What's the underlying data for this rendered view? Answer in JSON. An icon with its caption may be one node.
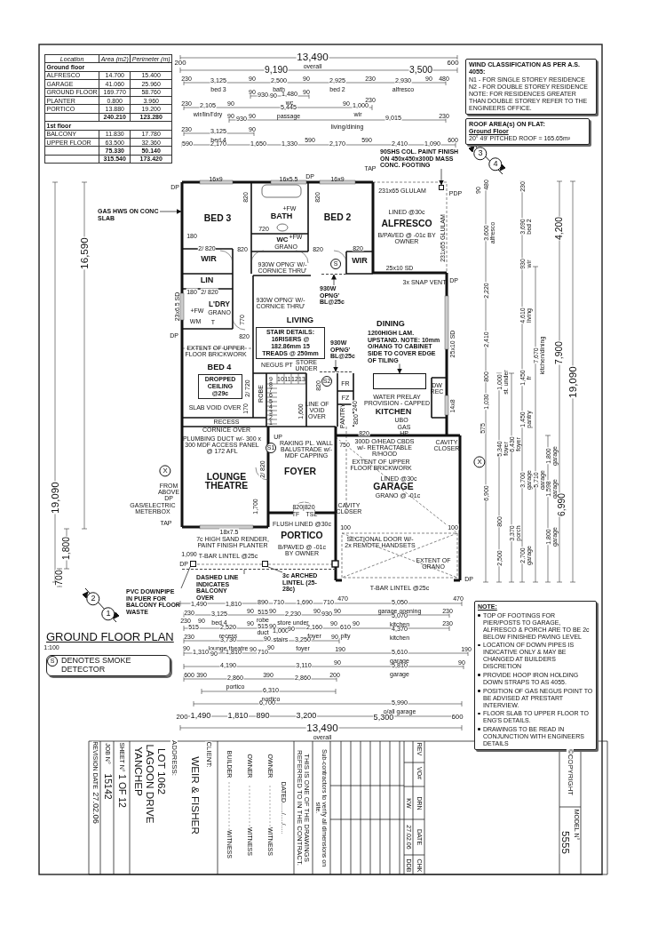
{
  "diagram": {
    "title": "GROUND FLOOR PLAN",
    "nodes": [
      {
        "text": [
          "WIND CLASSIFICATION AS PER A.S. 4055:",
          "N1 - FOR SINGLE STOREY RESIDENCE",
          "N2 - FOR DOUBLE STOREY RESIDENCE",
          "NOTE: FOR RESIDENCES GREATER THAN DOUBLE STOREY REFER TO THE ENGINEERS OFFICE."
        ]
      },
      {
        "text": [
          "ROOF AREA(s) ON FLAT:",
          "Ground Floor",
          "20° 49' PITCHED ROOF = 165.65m²"
        ]
      },
      {
        "text": [
          "STAIR DETAILS: 16RISERS @ 182.86mm 15 TREADS @ 250mm"
        ]
      },
      {
        "text": [
          "DROPPED CEILING @29c"
        ]
      },
      {
        "text": [
          "NOTE:",
          "TOP OF FOOTINGS FOR PIER/POSTS TO GARAGE, ALFRESCO & PORCH ARE TO BE 2c BELOW FINISHED PAVING LEVEL",
          "LOCATION OF DOWN PIPES IS INDICATIVE ONLY & MAY BE CHANGED AT BUILDERS DISCRETION",
          "PROVIDE HOOP IRON HOLDING DOWN STRAPS TO AS 4055.",
          "POSITION OF GAS NEGUS POINT TO BE ADVISED AT PRESTART INTERVIEW.",
          "FLOOR SLAB TO UPPER FLOOR TO ENG'S DETAILS.",
          "DRAWINGS TO BE READ IN CONJUNCTION WITH ENGINEERS DETAILS"
        ]
      },
      {
        "text": [
          "DENOTES SMOKE DETECTOR"
        ]
      },
      {
        "text": [
          "GAS HWS ON CONC SLAB"
        ]
      },
      {
        "text": [
          "90SHS COL. PAINT FINISH ON 450x450x300D MASS CONC. FOOTING"
        ]
      },
      {
        "text": [
          "PVC DOWNPIPE IN PUER FOR BALCONY FLOOR WASTE"
        ]
      },
      {
        "text": [
          "DASHED LINE INDICATES BALCONY OVER"
        ]
      },
      {
        "text": [
          "3c ARCHED LINTEL (25-28c)"
        ]
      },
      {
        "text": [
          "1200HIGH LAM. UPSTAND. NOTE: 10mm O/HANG TO CABINET SIDE TO COVER EDGE OF TILING"
        ]
      },
      {
        "text": [
          "930W OPNG' BL@25c"
        ]
      },
      {
        "text": [
          "930W OPNG' BL@25c"
        ]
      },
      {
        "text": [],
        "shape": "box"
      },
      {
        "text": [],
        "shape": "box"
      },
      {
        "text": [],
        "shape": "box"
      },
      {
        "text": [],
        "shape": "line"
      },
      {
        "text": [],
        "shape": "line"
      },
      {
        "text": [],
        "shape": "line"
      },
      {
        "text": [],
        "shape": "box"
      }
    ],
    "edges": [
      {
        "from": 6,
        "to": null,
        "arrow": "to"
      },
      {
        "from": 7,
        "to": 16,
        "arrow": "to"
      },
      {
        "from": 8,
        "to": 14,
        "arrow": "none"
      },
      {
        "from": 9,
        "to": 17,
        "arrow": "none"
      },
      {
        "from": 10,
        "to": 15,
        "arrow": "none"
      },
      {
        "from": 11,
        "to": 20,
        "arrow": "to"
      },
      {
        "from": 12,
        "to": 19,
        "arrow": "to"
      },
      {
        "from": 13,
        "to": 18,
        "arrow": "to"
      }
    ],
    "labels": [
      "Location",
      "Area (m2)",
      "Perimeter (m)",
      "Ground floor",
      "ALFRESCO",
      "14.700",
      "15.400",
      "GARAGE",
      "41.060",
      "25.960",
      "GROUND FLOOR",
      "169.770",
      "58.760",
      "PLANTER",
      "0.800",
      "3.960",
      "PORTICO",
      "13.880",
      "19.200",
      "240.210",
      "123.280",
      "1st floor",
      "BALCONY",
      "11.830",
      "17.780",
      "UPPER FLOOR",
      "63.500",
      "32.360",
      "75.330",
      "50.140",
      "315.540",
      "173.420",
      "13,490",
      "200",
      "overall",
      "600",
      "9,190",
      "3,500",
      "230",
      "3,125",
      "bed 3",
      "90",
      "2,500",
      "bath",
      "90",
      "2,925",
      "bed 2",
      "230",
      "2,930",
      "alfresco",
      "90",
      "480",
      "90",
      "930",
      "90",
      "1,480",
      "wc",
      "90",
      "230",
      "2,105",
      "wir/lin/l'dry",
      "90",
      "5,445",
      "passage",
      "90",
      "1,000",
      "wir",
      "230",
      "90",
      "930",
      "90",
      "9,015",
      "living/dining",
      "230",
      "230",
      "3,125",
      "bed 4",
      "90",
      "590",
      "2,170",
      "1,650",
      "1,330",
      "590",
      "2,170",
      "590",
      "2,410",
      "1,090",
      "600",
      "16x9",
      "16x5.5",
      "16x9",
      "DP",
      "DP",
      "TAP",
      "231x65 GLULAM",
      "PDP",
      "231x65 GLULAM",
      "820",
      "820",
      "+FW",
      "BED 3",
      "BATH",
      "BED 2",
      "LINED @30c",
      "ALFRESCO",
      "B/PAVED @ -01c BY OWNER",
      "720",
      "+FW",
      "WC",
      "GRANO",
      "180",
      "2/ 820",
      "820",
      "820",
      "820",
      "WIR",
      "WIR",
      "S",
      "930W OPNG' W/- CORNICE THRU'",
      "25x10 SD",
      "LIN",
      "3x SNAP VENT",
      "DP",
      "180",
      "2/ 820",
      "23x6.5 SD",
      "L'DRY",
      "+FW",
      "GRANO",
      "WM",
      "T",
      "770",
      "DP",
      "820",
      "930W OPNG' W/- CORNICE THRU'",
      "LIVING",
      "DINING",
      "25x10 SD",
      "EXTENT OF UPPER FLOOR BRICKWORK",
      "STORE UNDER",
      "NEGUS PT",
      "BED 4",
      "2/ 720",
      "ROBE",
      "9",
      "10",
      "11",
      "12",
      "13",
      "8",
      "7",
      "6",
      "5",
      "4",
      "3",
      "2",
      "1",
      "S2",
      "820",
      "FR",
      "FZ",
      "DW",
      "REC",
      "14x8",
      "WATER PRELAY PROVISION - CAPPED",
      "SLAB VOID OVER",
      "170",
      "1,600",
      "LINE OF VOID OVER",
      "PANTRY",
      "240",
      "820",
      "KITCHEN",
      "UBO",
      "RECESS",
      "CORNICE OVER",
      "820",
      "GAS",
      "HP",
      "PLUMBING DUCT w/- 300 x 300 MDF ACCESS PANEL @ 172 AFL",
      "UP",
      "S1",
      "RAKING PL. WALL BALUSTRADE w/- MDF CAPPING",
      "750",
      "300D O/HEAD CBDS w/- RETRACTABLE R/HOOD",
      "CAVITY CLOSER",
      "EXTENT OF UPPER FLOOR BRICKWORK",
      "FOYER",
      "2/ 820",
      "LOUNGE THEATRE",
      "LINED @30c",
      "GARAGE",
      "GRANO @ -01c",
      "1,700",
      "820|820",
      "TF",
      "TSL",
      "CAVITY CLOSER",
      "FLUSH LINED @30c",
      "18x7.5",
      "100",
      "100",
      "PORTICO",
      "B/PAVED @ -01c BY OWNER",
      "7c HIGH SAND RENDER, PAINT FINISH PLANTER",
      "SECTIONAL DOOR W/- 2x REMOTE HANDSETS",
      "1,090",
      "T-BAR LINTEL @25c",
      "DP",
      "EXTENT OF GRANO",
      "T-BAR LINTEL @25c",
      "DP",
      "FROM ABOVE DP",
      "GAS/ELECTRIC METERBOX",
      "TAP",
      "X",
      "X",
      "3",
      "4",
      "2",
      "1",
      "480",
      "90",
      "3,600",
      "alfresco",
      "2,220",
      "2,410",
      "800",
      "1,030",
      "575",
      "6,900",
      "1,000",
      "st. under",
      "5,340",
      "foyer",
      "800",
      "2,500",
      "6,430",
      "foyer",
      "3,370",
      "porch",
      "230",
      "3,690",
      "bed 2",
      "930",
      "wir",
      "4,610",
      "living",
      "1,450",
      "fr",
      "1,450",
      "pantry",
      "3,700",
      "garage",
      "2,700",
      "garage",
      "7,670",
      "kitchen/dining",
      "5,710",
      "garage",
      "1,800",
      "garage",
      "1,598",
      "garage",
      "1,800",
      "garage",
      "4,200",
      "7,900",
      "6,990",
      "19,090",
      "16,590",
      "19,090",
      "1,800",
      "700",
      "1,490",
      "1,810",
      "890",
      "710",
      "1,690",
      "710",
      "470",
      "5,050",
      "garage opening",
      "470",
      "230",
      "3,125",
      "bed 4",
      "90",
      "515",
      "robe",
      "90",
      "2,230",
      "store under",
      "90",
      "930",
      "90",
      "5,070",
      "kitchen",
      "230",
      "230",
      "515",
      "90",
      "2,520",
      "recess",
      "90",
      "515",
      "duct",
      "90",
      "1,000",
      "stairs",
      "90",
      "2,160",
      "foyer",
      "90",
      "610",
      "plty",
      "90",
      "4,370",
      "kitchen",
      "230",
      "230",
      "3,730",
      "lounge theatre",
      "90",
      "3,250",
      "foyer",
      "90",
      "90",
      "1,310",
      "90",
      "1,810",
      "90",
      "710",
      "90",
      "190",
      "5,610",
      "garage",
      "190",
      "4,190",
      "3,110",
      "90",
      "5,810",
      "garage",
      "90",
      "600",
      "390",
      "2,860",
      "portico",
      "390",
      "2,860",
      "200",
      "6,310",
      "portico",
      "6,700",
      "5,990",
      "o/all garage",
      "200",
      "1,490",
      "1,810",
      "890",
      "3,200",
      "5,300",
      "600",
      "13,490",
      "overall",
      "1:100",
      "S",
      "REVISION DATE",
      "27.02.06",
      "JOB N°",
      "15142",
      "SHEET N°",
      "1 OF 12",
      "YANCHEP",
      "LAGOON DRIVE",
      "LOT 1062",
      "ADDRESS:",
      "WEIR & FISHER",
      "CLIENT:",
      "BUILDER",
      "WITNESS",
      "OWNER",
      "WITNESS",
      "OWNER",
      "WITNESS",
      "DATED....../...../.....",
      "THIS IS ONE OF THE DRAWINGS REFERRED TO IN THE CONTRACT.",
      "Sub-contractors to verify all dimensions on site.",
      "KW",
      "27.02.06",
      "DDB",
      "REV",
      "VO#",
      "DRN",
      "DATE",
      "CHK",
      "5555",
      "©COPYRIGHT",
      "MODEL N°"
    ]
  }
}
